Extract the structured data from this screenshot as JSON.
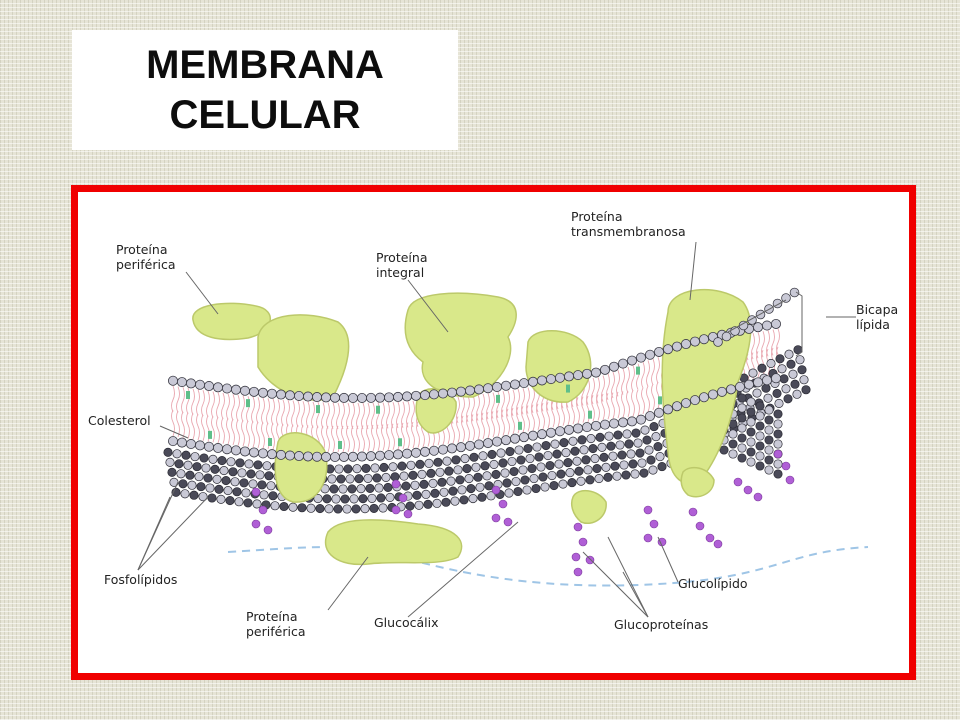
{
  "slide": {
    "title_line1": "MEMBRANA",
    "title_line2": "CELULAR"
  },
  "diagram": {
    "labels": {
      "proteina_periferica_top": [
        "Proteína",
        "periférica"
      ],
      "proteina_integral": [
        "Proteína",
        "integral"
      ],
      "proteina_transmembranosa": [
        "Proteína",
        "transmembranosa"
      ],
      "bicapa_lipida": [
        "Bicapa",
        "lípida"
      ],
      "colesterol": "Colesterol",
      "fosfolipidos": "Fosfolípidos",
      "proteina_periferica_bottom": [
        "Proteína",
        "periférica"
      ],
      "glucocalix": "Glucocálix",
      "glucolipido": "Glucolípido",
      "glucoproteinas": "Glucoproteínas"
    },
    "colors": {
      "frame_border": "#f00000",
      "protein_fill": "#d9e88a",
      "protein_shade": "#bcc96a",
      "phospholipid_head": "#c9c9d6",
      "phospholipid_head_dark": "#4a4a58",
      "lipid_tail": "#e9a7b0",
      "cholesterol": "#5fbf8a",
      "glycan": "#b05fd6",
      "water_line": "#9fc5e6"
    }
  }
}
